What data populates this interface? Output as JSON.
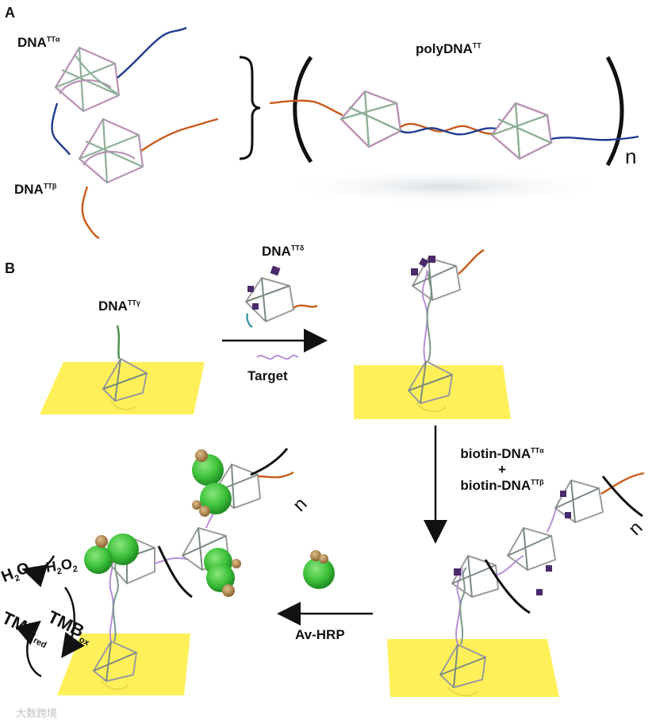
{
  "panel_a": {
    "letter": "A",
    "dna_alpha": {
      "text": "DNA",
      "sup": "TTα"
    },
    "dna_beta": {
      "text": "DNA",
      "sup": "TTβ"
    },
    "poly": {
      "text": "polyDNA",
      "sup": "TT"
    },
    "repeat_n": "n"
  },
  "panel_b": {
    "letter": "B",
    "dna_gamma": {
      "text": "DNA",
      "sup": "TTγ"
    },
    "dna_delta": {
      "text": "DNA",
      "sup": "TTδ"
    },
    "step1_label": "Target",
    "step2": {
      "line1_text": "biotin-DNA",
      "line1_sup": "TTα",
      "plus": "+",
      "line2_text": "biotin-DNA",
      "line2_sup": "TTβ"
    },
    "step3_label": "Av-HRP",
    "repeat_n": "n",
    "chem": {
      "h2o_main": "H",
      "h2o_sub": "2",
      "h2o_end": "O",
      "h2o2_main": "H",
      "h2o2_sub1": "2",
      "h2o2_mid": "O",
      "h2o2_sub2": "2",
      "tmbred_main": "TMB",
      "tmbred_sub": "red",
      "tmbox_main": "TMB",
      "tmbox_sub": "ox"
    }
  },
  "watermark": "大数跨境",
  "colors": {
    "blue_strand": "#1f3c8f",
    "orange_strand": "#c85a1a",
    "helix_pink": "#b892b5",
    "helix_green": "#8fb098",
    "gold_surface": "#fff05a",
    "hrp_green": "#3ec23a",
    "biotin_purple": "#4a2a6a",
    "av_tan": "#b08a52"
  }
}
